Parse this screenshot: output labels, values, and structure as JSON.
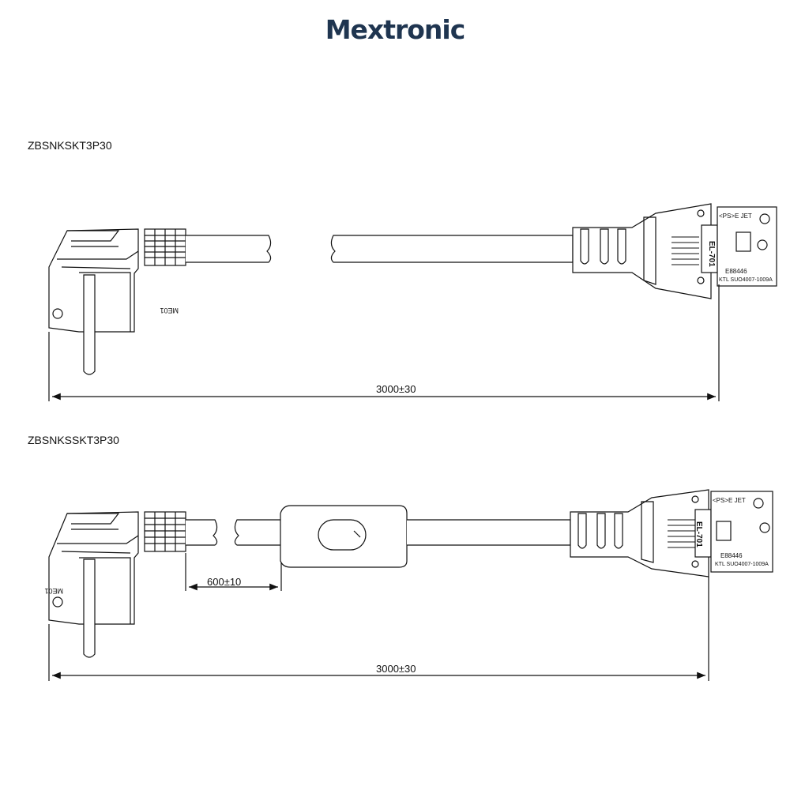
{
  "brand": {
    "name": "Mextronic",
    "accent_color": "#f08a1c",
    "text_color": "#1f3550"
  },
  "drawings": [
    {
      "model": "ZBSNKSKT3P30",
      "plug_marking": "ME01",
      "connector": {
        "type_label": "EL-701",
        "ps_jet": "<PS>E  JET",
        "file_no": "E88446",
        "ktl": "KTL  SUO4007-1009A"
      },
      "dimensions": [
        {
          "label": "3000±30"
        }
      ]
    },
    {
      "model": "ZBSNKSSKT3P30",
      "plug_marking": "ME01",
      "connector": {
        "type_label": "EL-701",
        "ps_jet": "<PS>E  JET",
        "file_no": "E88446",
        "ktl": "KTL  SUO4007-1009A"
      },
      "switch": {
        "icon": "rocker-switch-icon"
      },
      "dimensions": [
        {
          "label": "600±10"
        },
        {
          "label": "3000±30"
        }
      ]
    }
  ]
}
